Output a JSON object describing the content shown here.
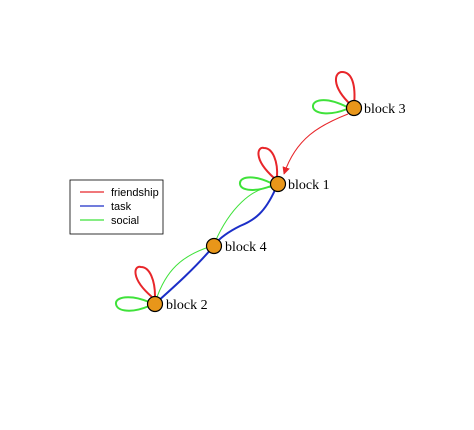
{
  "legend": {
    "items": [
      {
        "label": "friendship",
        "color": "#e8262a"
      },
      {
        "label": "task",
        "color": "#1c2fc8"
      },
      {
        "label": "social",
        "color": "#3fe23a"
      }
    ]
  },
  "nodes": [
    {
      "id": "block3",
      "label": "block 3",
      "color": "#e8961a"
    },
    {
      "id": "block1",
      "label": "block 1",
      "color": "#e8961a"
    },
    {
      "id": "block4",
      "label": "block 4",
      "color": "#e8961a"
    },
    {
      "id": "block2",
      "label": "block 2",
      "color": "#e8961a"
    }
  ],
  "edges": [
    {
      "from": "block3",
      "to": "block1",
      "relation": "friendship",
      "directed": true
    },
    {
      "from": "block1",
      "to": "block4",
      "relation": "task"
    },
    {
      "from": "block1",
      "to": "block4",
      "relation": "social"
    },
    {
      "from": "block4",
      "to": "block2",
      "relation": "task"
    },
    {
      "from": "block4",
      "to": "block2",
      "relation": "social"
    }
  ],
  "self_loops": [
    {
      "node": "block3",
      "relations": [
        "friendship",
        "social"
      ]
    },
    {
      "node": "block1",
      "relations": [
        "friendship",
        "social"
      ]
    },
    {
      "node": "block2",
      "relations": [
        "friendship",
        "social"
      ]
    }
  ]
}
